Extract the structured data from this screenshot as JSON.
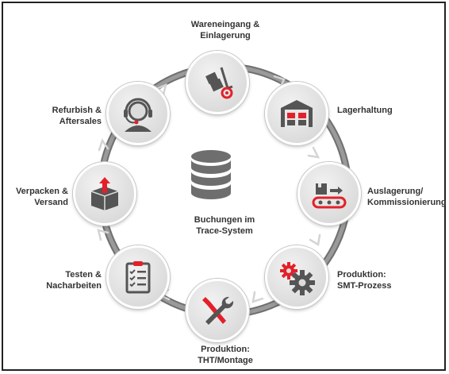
{
  "center": {
    "line1": "Buchungen im",
    "line2": "Trace-System"
  },
  "steps": [
    {
      "line1": "Wareneingang &",
      "line2": "Einlagerung",
      "icon": "hand-truck-icon"
    },
    {
      "line1": "Lagerhaltung",
      "line2": "",
      "icon": "warehouse-icon"
    },
    {
      "line1": "Auslagerung/",
      "line2": "Kommissionierung",
      "icon": "conveyor-icon"
    },
    {
      "line1": "Produktion:",
      "line2": "SMT-Prozess",
      "icon": "gears-icon"
    },
    {
      "line1": "Produktion:",
      "line2": "THT/Montage",
      "icon": "tools-icon"
    },
    {
      "line1": "Testen &",
      "line2": "Nacharbeiten",
      "icon": "checklist-icon"
    },
    {
      "line1": "Verpacken &",
      "line2": "Versand",
      "icon": "package-icon"
    },
    {
      "line1": "Refurbish &",
      "line2": "Aftersales",
      "icon": "headset-agent-icon"
    }
  ],
  "colors": {
    "accent": "#e3202a",
    "icon_dark": "#4a4a4a",
    "ring": "#7a7a7a",
    "node_fill": "#dcdcdc"
  }
}
